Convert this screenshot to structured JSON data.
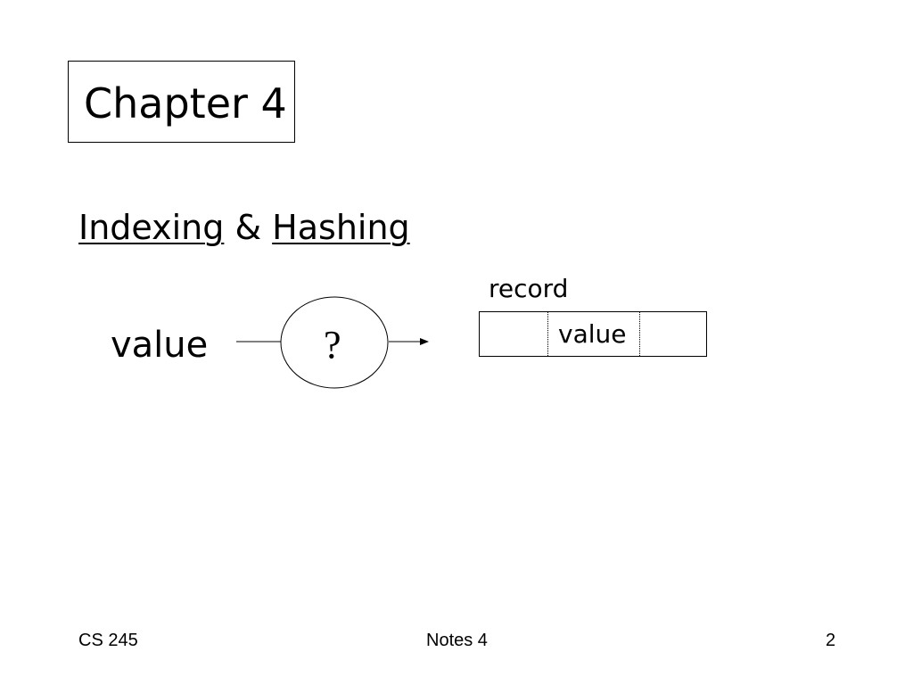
{
  "slide": {
    "chapter_title": "Chapter 4",
    "subtitle": {
      "part1": "Indexing",
      "connector": " & ",
      "part2": "Hashing"
    }
  },
  "diagram": {
    "input_label": "value",
    "function_symbol": "?",
    "record_label": "record",
    "record_fields": [
      "",
      "value",
      ""
    ]
  },
  "footer": {
    "course": "CS 245",
    "notes": "Notes 4",
    "page_number": "2"
  }
}
